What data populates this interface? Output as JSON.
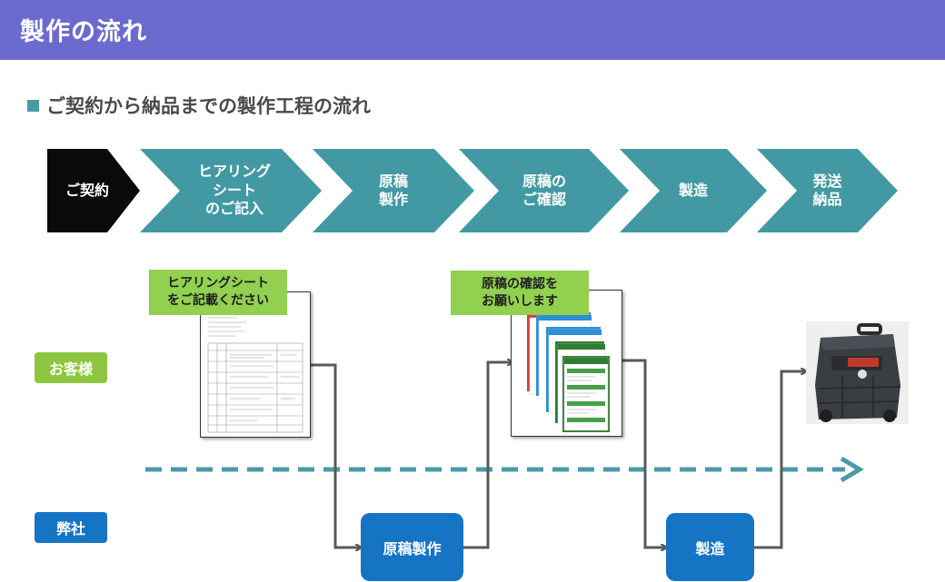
{
  "header": {
    "title": "製作の流れ"
  },
  "subtitle": "ご契約から納品までの製作工程の流れ",
  "steps": [
    {
      "lines": [
        "ご契約"
      ]
    },
    {
      "lines": [
        "ヒアリング",
        "シート",
        "のご記入"
      ]
    },
    {
      "lines": [
        "原稿",
        "製作"
      ]
    },
    {
      "lines": [
        "原稿の",
        "ご確認"
      ]
    },
    {
      "lines": [
        "製造"
      ]
    },
    {
      "lines": [
        "発送",
        "納品"
      ]
    }
  ],
  "lanes": {
    "customer": "お客様",
    "company": "弊社"
  },
  "notes": {
    "hearing": [
      "ヒアリングシート",
      "をご記載ください"
    ],
    "confirm": [
      "原稿の確認を",
      "お願いします"
    ]
  },
  "processes": {
    "draft": "原稿製作",
    "manufacture": "製造"
  },
  "colors": {
    "header": "#6b6bcf",
    "step_black": "#0a0a0a",
    "step_teal": "#4299a3",
    "customer_label": "#8cc63f",
    "company_label": "#1674c4",
    "note": "#92d050",
    "dashed_arrow": "#4a9aa6",
    "connector": "#595959"
  }
}
